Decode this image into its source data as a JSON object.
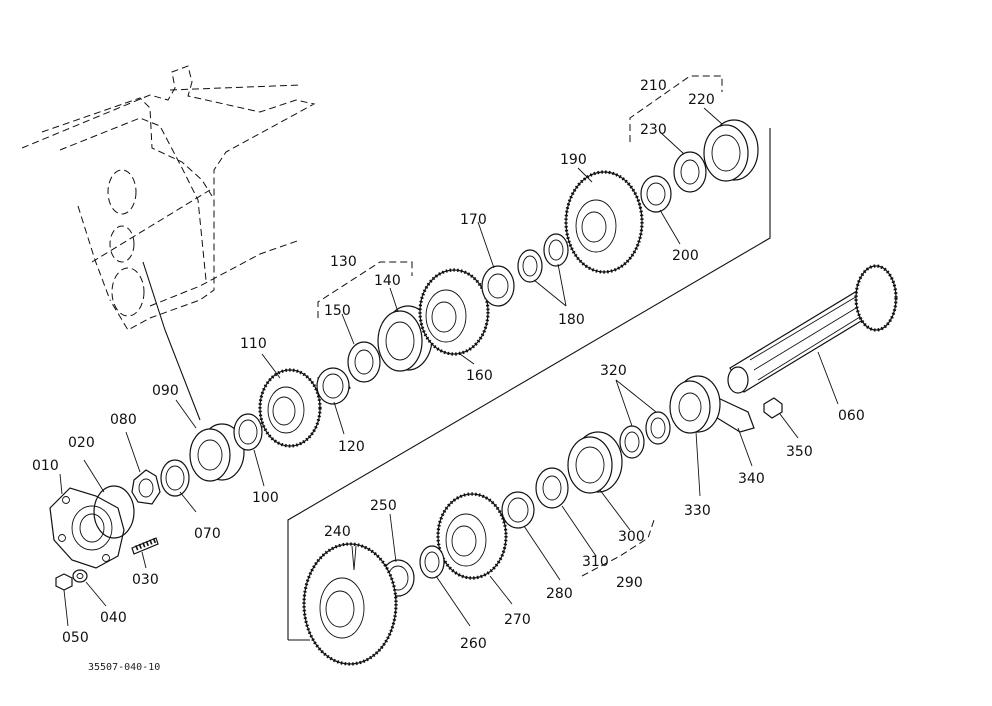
{
  "diagram": {
    "reference_code": "35507-040-10",
    "part_labels": [
      "010",
      "020",
      "030",
      "040",
      "050",
      "060",
      "070",
      "080",
      "090",
      "100",
      "110",
      "120",
      "130",
      "140",
      "150",
      "160",
      "170",
      "180",
      "190",
      "200",
      "210",
      "220",
      "230",
      "240",
      "250",
      "260",
      "270",
      "280",
      "290",
      "300",
      "310",
      "320",
      "330",
      "340",
      "350"
    ]
  }
}
